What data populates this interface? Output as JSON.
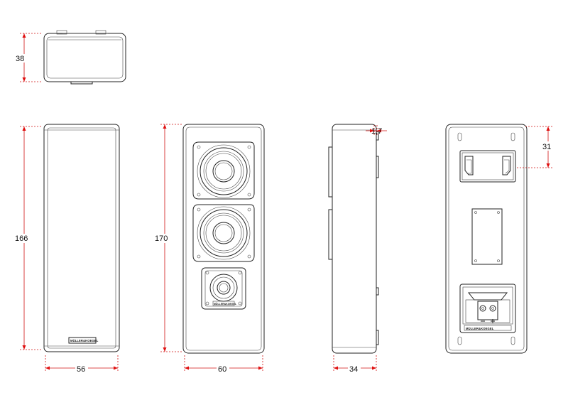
{
  "dimensions": {
    "height_top_view": "38",
    "height_front_grille": "166",
    "width_front_grille": "56",
    "height_front": "170",
    "width_front": "60",
    "offset_side": "1,7",
    "depth_side": "34",
    "mount_offset_back": "31"
  },
  "brand_logo": "MÜLLER&KOEGEL",
  "colors": {
    "dimension_line": "#d01010",
    "outline": "#222222"
  }
}
